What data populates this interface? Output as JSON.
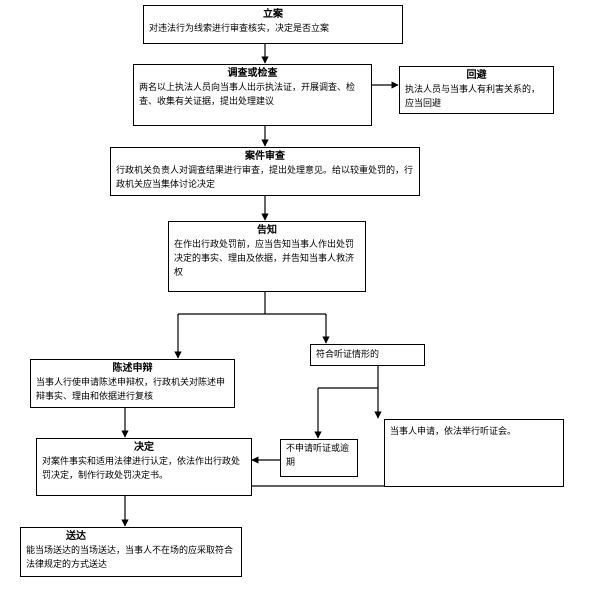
{
  "nodes": {
    "lian": {
      "title": "立案",
      "text": "对违法行为线索进行审查核实，决定是否立案"
    },
    "diaocha": {
      "title": "调查或检查",
      "text": "两名以上执法人员向当事人出示执法证，开展调查、检查、收集有关证据，提出处理建议"
    },
    "huibi": {
      "title": "回避",
      "text": "执法人员与当事人有利害关系的，应当回避"
    },
    "shencha": {
      "title": "案件审查",
      "text": "行政机关负责人对调查结果进行审查，提出处理意见。给以较重处罚的，行政机关应当集体讨论决定"
    },
    "gaozhi": {
      "title": "告知",
      "text": "在作出行政处罚前，应当告知当事人作出处罚决定的事实、理由及依据，并告知当事人救济权"
    },
    "chenshu": {
      "title": "陈述申辩",
      "text": "当事人行使申请陈述申辩权，行政机关对陈述申辩事实、理由和依据进行复核"
    },
    "tingzheng": {
      "text": "符合听证情形的"
    },
    "shenqing": {
      "text": "当事人申请，依法举行听证会。"
    },
    "bushenqing": {
      "text": "不申请听证或逾期"
    },
    "jueding": {
      "title": "决定",
      "text": "对案件事实和适用法律进行认定，依法作出行政处罚决定，制作行政处罚决定书。"
    },
    "songda": {
      "title": "送达",
      "text": "能当场送达的当场送达，当事人不在场的应采取符合法律规定的方式送达"
    }
  }
}
